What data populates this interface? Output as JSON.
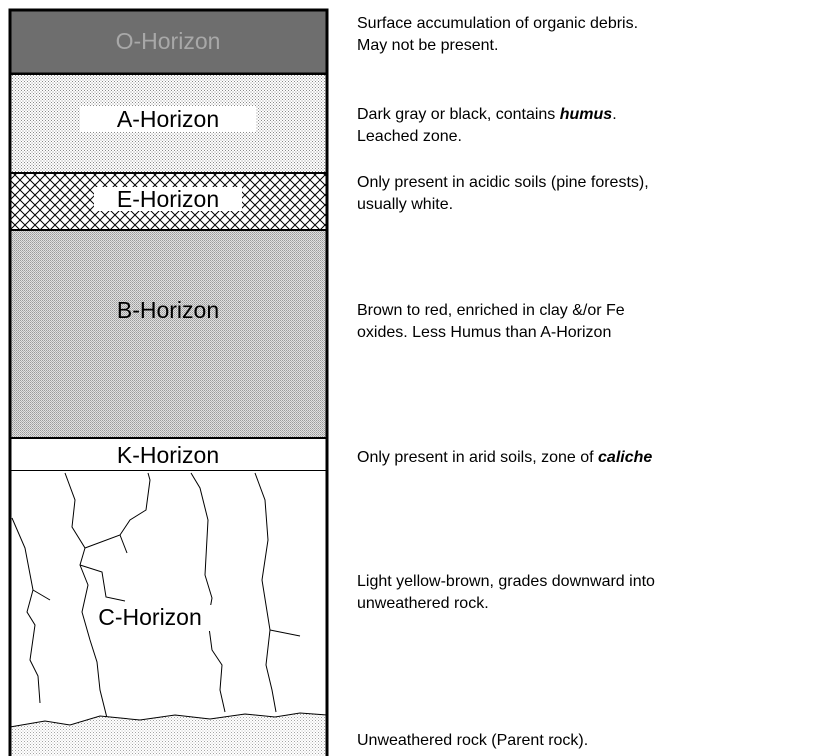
{
  "colors": {
    "o_fill": "#6e6e6e",
    "o_text": "#a8a8a8",
    "outline": "#000000",
    "dot_fill": "#cfcfcf",
    "crack_line": "#000000"
  },
  "horizons": [
    {
      "id": "O",
      "label": "O-Horizon",
      "pattern": "solid-dark-gray",
      "description": [
        "Surface accumulation of organic debris.",
        "May not be present."
      ]
    },
    {
      "id": "A",
      "label": "A-Horizon",
      "pattern": "fine-dots",
      "description": [
        "Dark gray or black, contains ",
        "humus",
        ".",
        "Leached zone."
      ]
    },
    {
      "id": "E",
      "label": "E-Horizon",
      "pattern": "crosshatch",
      "description": [
        "Only present in acidic soils (pine forests),",
        "usually white."
      ]
    },
    {
      "id": "B",
      "label": "B-Horizon",
      "pattern": "dense-dots",
      "description": [
        "Brown to red, enriched in clay &/or Fe",
        "oxides.  Less Humus than A-Horizon"
      ]
    },
    {
      "id": "K",
      "label": "K-Horizon",
      "pattern": "plain-white",
      "description": [
        "Only present in arid soils, zone of ",
        "caliche"
      ]
    },
    {
      "id": "C",
      "label": "C-Horizon",
      "pattern": "cracked-rock",
      "description": [
        "Light yellow-brown, grades downward into",
        "unweathered rock."
      ]
    },
    {
      "id": "R",
      "label": "",
      "pattern": "dotted-bedrock",
      "description": [
        "Unweathered rock (Parent rock)."
      ]
    }
  ]
}
